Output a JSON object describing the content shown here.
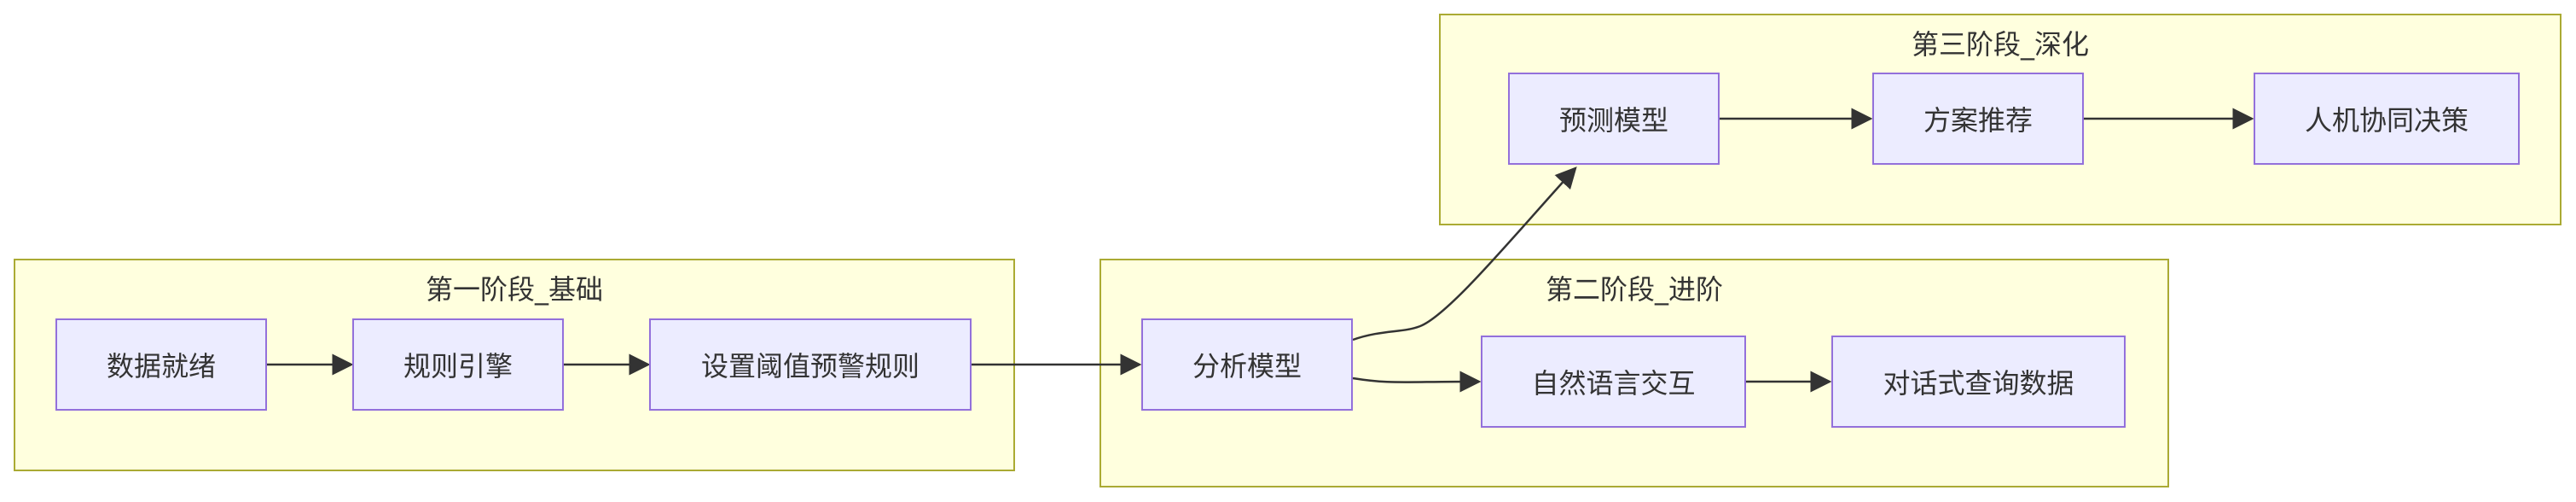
{
  "clusters": {
    "stage1": {
      "title": "第一阶段_基础"
    },
    "stage2": {
      "title": "第二阶段_进阶"
    },
    "stage3": {
      "title": "第三阶段_深化"
    }
  },
  "nodes": {
    "data_ready": "数据就绪",
    "rule_engine": "规则引擎",
    "threshold_rules": "设置阈值预警规则",
    "analysis_model": "分析模型",
    "nl_interaction": "自然语言交互",
    "conversational_query": "对话式查询数据",
    "prediction_model": "预测模型",
    "plan_recommendation": "方案推荐",
    "human_machine_decision": "人机协同决策"
  },
  "edges": [
    {
      "from": "data_ready",
      "to": "rule_engine"
    },
    {
      "from": "rule_engine",
      "to": "threshold_rules"
    },
    {
      "from": "threshold_rules",
      "to": "analysis_model"
    },
    {
      "from": "analysis_model",
      "to": "nl_interaction"
    },
    {
      "from": "nl_interaction",
      "to": "conversational_query"
    },
    {
      "from": "analysis_model",
      "to": "prediction_model"
    },
    {
      "from": "prediction_model",
      "to": "plan_recommendation"
    },
    {
      "from": "plan_recommendation",
      "to": "human_machine_decision"
    }
  ],
  "colors": {
    "cluster_fill": "#ffffde",
    "cluster_border": "#aaaa33",
    "node_fill": "#ececff",
    "node_border": "#9370db",
    "edge": "#333333",
    "text": "#333333"
  }
}
